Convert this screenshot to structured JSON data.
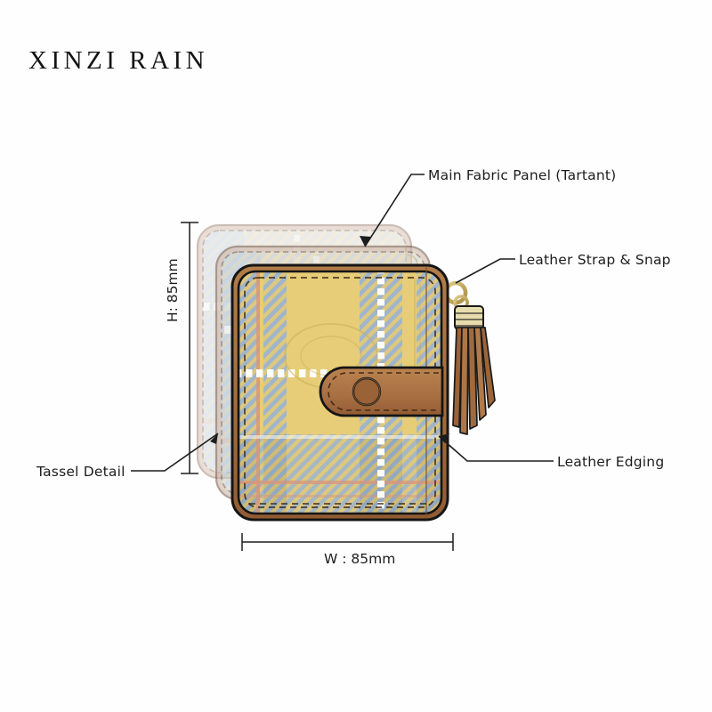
{
  "brand": {
    "name": "XINZI RAIN"
  },
  "annotations": [
    {
      "id": "main-fabric-panel",
      "label": "Main Fabric Panel (Tartant)"
    },
    {
      "id": "leather-strap-snap",
      "label": "Leather Strap & Snap"
    },
    {
      "id": "leather-edging",
      "label": "Leather Edging"
    },
    {
      "id": "tassel-detail",
      "label": "Tassel Detail"
    }
  ],
  "dimensions": {
    "height_label": "H: 85mm",
    "width_label": "W : 85mm",
    "height_value": 85,
    "width_value": 85,
    "unit": "mm"
  },
  "product": {
    "type": "bifold-snap-wallet",
    "layers": 3,
    "colors": {
      "tartan_yellow": "#e7cd77",
      "tartan_blue": "#a0b5cb",
      "tartan_white": "#fdfdfb",
      "tartan_orange": "#d9957a",
      "leather_mid": "#a8703f",
      "leather_dark": "#8c5730",
      "leather_light": "#b9834f",
      "hardware_gold": "#c8ad5f",
      "outline": "#1a1a1a",
      "ghost_tint": "#d8c8bd"
    }
  }
}
